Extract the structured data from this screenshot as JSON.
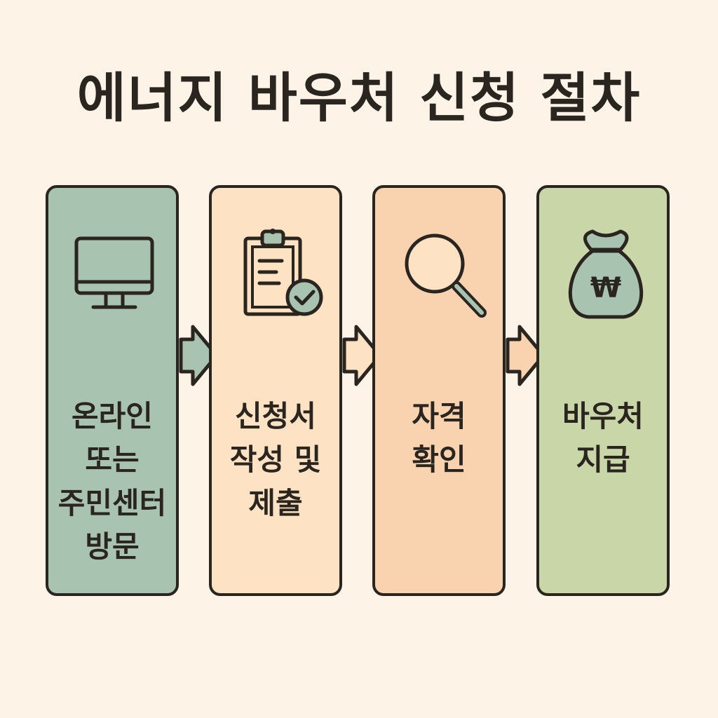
{
  "title": "에너지 바우처 신청 절차",
  "steps": [
    {
      "label_lines": [
        "온라인",
        "또는",
        "주민센터",
        "방문"
      ],
      "icon": "monitor-icon",
      "color": "#a8c4b0"
    },
    {
      "label_lines": [
        "신청서",
        "작성 및",
        "제출"
      ],
      "icon": "clipboard-check-icon",
      "color": "#fde2c4"
    },
    {
      "label_lines": [
        "자격",
        "확인"
      ],
      "icon": "magnifier-icon",
      "color": "#f9d2b0"
    },
    {
      "label_lines": [
        "바우처",
        "지급"
      ],
      "icon": "won-money-bag-icon",
      "color": "#c8d6a8"
    }
  ],
  "colors": {
    "background": "#fdf4e7",
    "outline": "#2b2520",
    "icon_fill_green": "#a8c4b0"
  }
}
